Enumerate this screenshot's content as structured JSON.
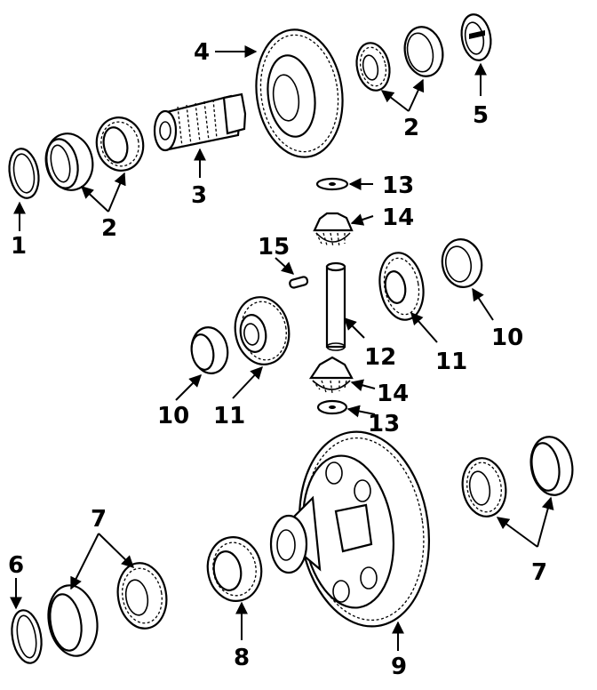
{
  "diagram": {
    "callouts": [
      {
        "id": "c1",
        "label": "1"
      },
      {
        "id": "c2a",
        "label": "2"
      },
      {
        "id": "c2b",
        "label": "2"
      },
      {
        "id": "c3",
        "label": "3"
      },
      {
        "id": "c4",
        "label": "4"
      },
      {
        "id": "c5",
        "label": "5"
      },
      {
        "id": "c6",
        "label": "6"
      },
      {
        "id": "c7a",
        "label": "7"
      },
      {
        "id": "c7b",
        "label": "7"
      },
      {
        "id": "c8",
        "label": "8"
      },
      {
        "id": "c9",
        "label": "9"
      },
      {
        "id": "c10a",
        "label": "10"
      },
      {
        "id": "c10b",
        "label": "10"
      },
      {
        "id": "c11a",
        "label": "11"
      },
      {
        "id": "c11b",
        "label": "11"
      },
      {
        "id": "c12",
        "label": "12"
      },
      {
        "id": "c13a",
        "label": "13"
      },
      {
        "id": "c13b",
        "label": "13"
      },
      {
        "id": "c14a",
        "label": "14"
      },
      {
        "id": "c14b",
        "label": "14"
      },
      {
        "id": "c15",
        "label": "15"
      }
    ]
  }
}
